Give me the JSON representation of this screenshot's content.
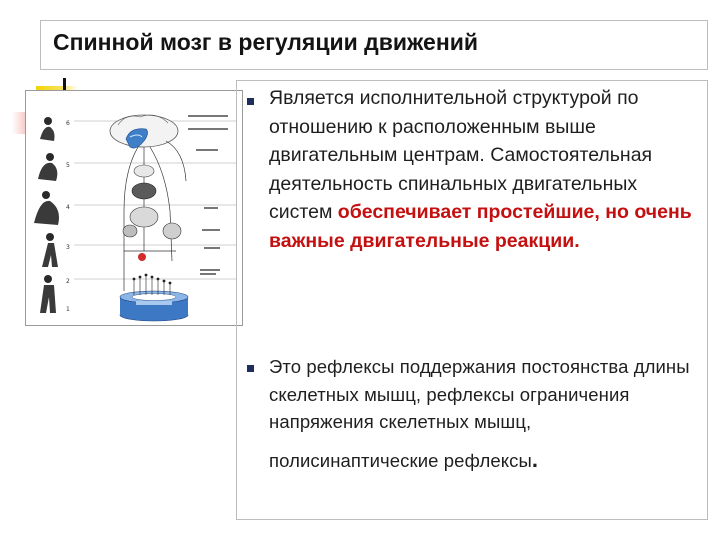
{
  "title": "Спинной мозг в регуляции движений",
  "bullet1": {
    "text_normal": "Является исполнительной структурой по отношению к расположенным выше двигательным центрам. Самостоятельная деятельность спинальных двигательных систем",
    "text_emphasis": "обеспечивает простейшие, но очень важные двигательные реакции."
  },
  "bullet2": {
    "text_main": "Это рефлексы поддержания постоянства длины скелетных мышц, рефлексы ограничения напряжения скелетных мышц, полисинаптические",
    "text_last": "рефлексы",
    "text_dot": "."
  },
  "colors": {
    "emphasis": "#c41010",
    "bullet": "#1f2d5c",
    "accent_yellow": "#f2d500",
    "accent_red": "#f08f8f"
  },
  "figure": {
    "level_numbers": [
      "6",
      "5",
      "4",
      "3",
      "2",
      "1"
    ]
  }
}
